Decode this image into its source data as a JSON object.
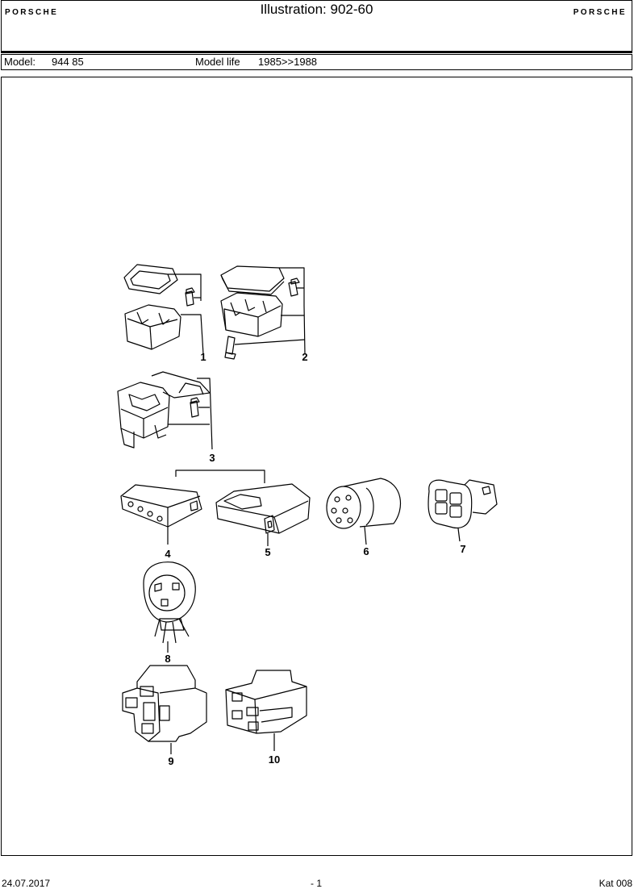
{
  "header": {
    "brand_left": "PORSCHE",
    "brand_right": "PORSCHE",
    "title": "Illustration: 902-60"
  },
  "model_bar": {
    "model_label": "Model:",
    "model_value": "944 85",
    "life_label": "Model life",
    "life_value": "1985>>1988"
  },
  "callouts": [
    "1",
    "2",
    "3",
    "4",
    "5",
    "6",
    "7",
    "8",
    "9",
    "10"
  ],
  "footer": {
    "date": "24.07.2017",
    "page": "- 1",
    "catalog": "Kat 008"
  }
}
